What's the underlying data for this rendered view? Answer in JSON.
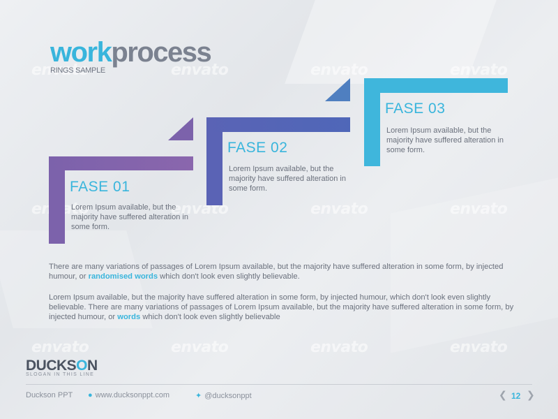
{
  "header": {
    "title_part1": "work",
    "title_part2": "process",
    "subtitle": "RINGS SAMPLE"
  },
  "watermark_text": "envato",
  "steps": [
    {
      "label": "FASE 01",
      "text": "Lorem Ipsum available, but the majority have suffered alteration in some form.",
      "color": "#7c62ab"
    },
    {
      "label": "FASE 02",
      "text": "Lorem Ipsum available, but the majority have suffered alteration in some form.",
      "color": "#5a63b5"
    },
    {
      "label": "FASE 03",
      "text": "Lorem Ipsum available, but the majority have suffered alteration in some form.",
      "color": "#3fb6dc"
    }
  ],
  "body": {
    "p1_before": "There are many variations of passages of Lorem Ipsum available, but the majority have suffered alteration in some form, by injected humour, or ",
    "p1_highlight": "randomised words",
    "p1_after": " which don't look even slightly believable.",
    "p2_before": "Lorem Ipsum available, but the majority have suffered alteration in some form, by injected humour, which don't look even slightly believable. There are many variations of passages of Lorem Ipsum available, but the majority have suffered alteration in some form, by injected humour, or ",
    "p2_highlight": "words",
    "p2_after": " which don't look even slightly believable"
  },
  "logo": {
    "name_part1": "DUCKS",
    "name_part2": "O",
    "name_part3": "N",
    "slogan": "SLOGAN IN THIS LINE"
  },
  "footer": {
    "brand": "Duckson PPT",
    "website": "www.ducksonppt.com",
    "twitter": "@ducksonppt",
    "page_number": "12",
    "prev_icon": "chevron-left-icon",
    "next_icon": "chevron-right-icon"
  },
  "colors": {
    "accent": "#39b5dc",
    "purple": "#7c62ab",
    "indigo": "#5a63b5"
  }
}
